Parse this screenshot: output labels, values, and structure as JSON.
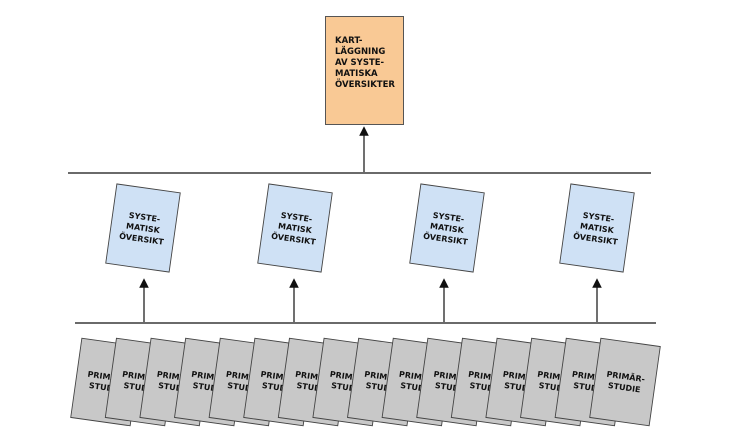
{
  "diagram": {
    "top_box": {
      "lines": [
        "KART-",
        "LÄGGNING",
        "AV SYSTE-",
        "MATISKA",
        "ÖVERSIKTER"
      ],
      "fill": "#f9c995"
    },
    "review_label": [
      "SYSTE-",
      "MATISK",
      "ÖVERSIKT"
    ],
    "review_fill": "#cfe1f5",
    "study_label": [
      "PRIMÄR-",
      "STUDIE"
    ],
    "study_fill": "#c8c8c8",
    "review_count": 4,
    "study_count": 16,
    "line_color": "#111111"
  }
}
